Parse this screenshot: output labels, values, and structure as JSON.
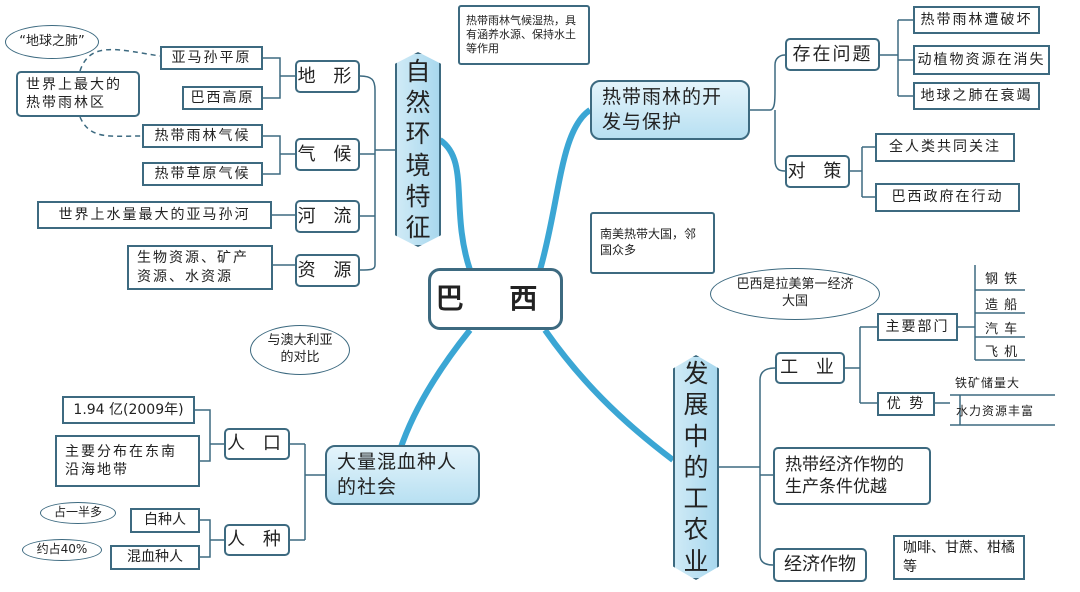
{
  "center": "巴 西",
  "nature": {
    "title": [
      "自",
      "然",
      "环",
      "境",
      "特",
      "征"
    ],
    "terrain": "地 形",
    "terrain_items": [
      "亚马孙平原",
      "巴西高原"
    ],
    "climate": "气 候",
    "climate_items": [
      "热带雨林气候",
      "热带草原气候"
    ],
    "river": "河 流",
    "river_note": "世界上水量最大的亚马孙河",
    "resources": "资 源",
    "resources_note": "生物资源、矿产资源、水资源",
    "rainforest_note": "世界上最大的热带雨林区",
    "lung_note": "“地球之肺”"
  },
  "rainforest": {
    "title": "热带雨林的开发与保护",
    "bubble": "热带雨林气候湿热，具有涵养水源、保持水土等作用",
    "problems": "存在问题",
    "problem_items": [
      "热带雨林遭破坏",
      "动植物资源在消失",
      "地球之肺在衰竭"
    ],
    "measures": "对 策",
    "measure_items": [
      "全人类共同关注",
      "巴西政府在行动"
    ]
  },
  "south_note": "南美热带大国，邻国众多",
  "australia_note": "与澳大利亚的对比",
  "economy": {
    "title": [
      "发",
      "展",
      "中",
      "的",
      "工",
      "农",
      "业"
    ],
    "bubble": "巴西是拉美第一经济大国",
    "industry": "工 业",
    "sectors": "主要部门",
    "sector_items": [
      "钢 铁",
      "造 船",
      "汽 车",
      "飞 机"
    ],
    "advantage": "优 势",
    "advantage_items": [
      "铁矿储量大",
      "水力资源丰富"
    ],
    "conditions": "热带经济作物的生产条件优越",
    "crops": "经济作物",
    "crop_items": "咖啡、甘蔗、柑橘等"
  },
  "society": {
    "title": "大量混血种人的社会",
    "population": "人 口",
    "pop_items": [
      "1.94 亿(2009年)",
      "主要分布在东南沿海地带"
    ],
    "race": "人 种",
    "race_items": [
      "白种人",
      "混血种人"
    ],
    "race_notes": [
      "占一半多",
      "约占40%"
    ]
  }
}
